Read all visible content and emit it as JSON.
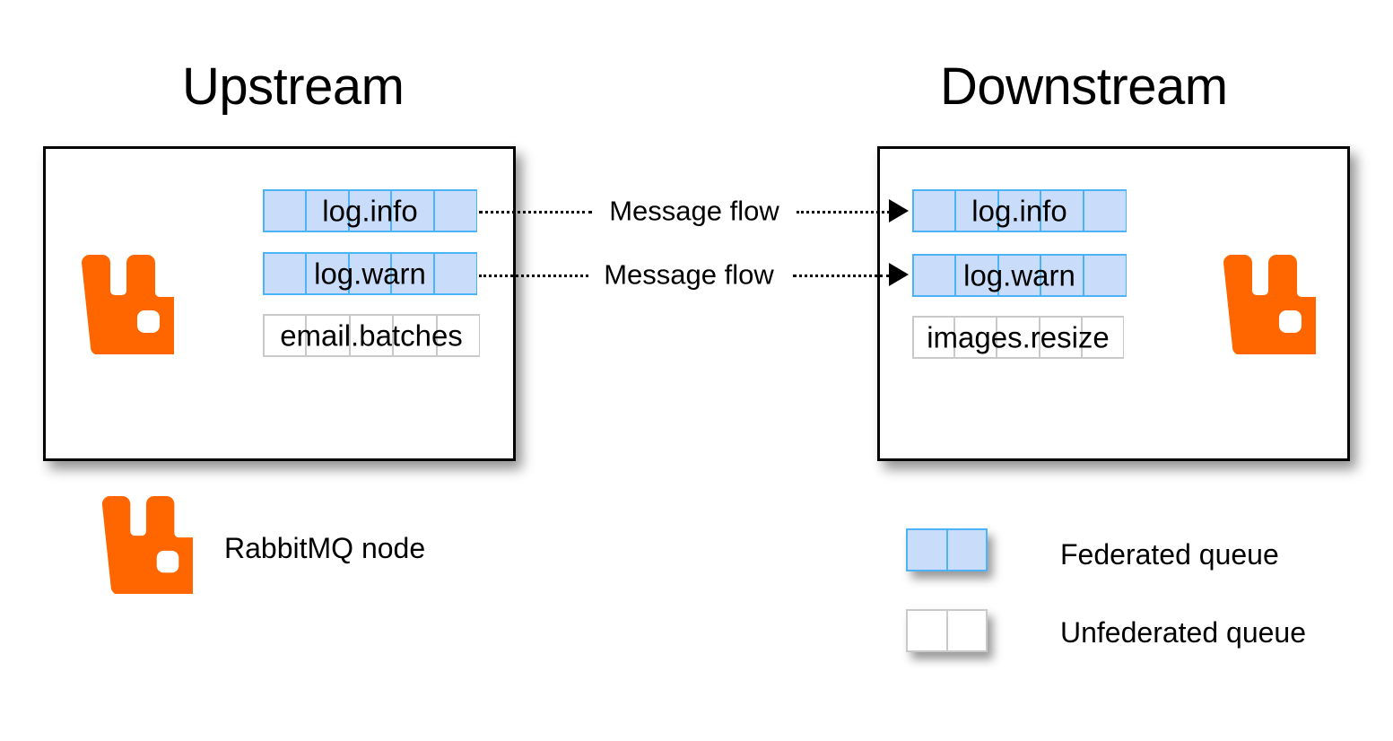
{
  "diagram": {
    "title_upstream": "Upstream",
    "title_downstream": "Downstream"
  },
  "upstream": {
    "node_icon": "rabbitmq-logo-icon",
    "queues": [
      {
        "name": "log.info",
        "type": "federated",
        "cells": 5
      },
      {
        "name": "log.warn",
        "type": "federated",
        "cells": 5
      },
      {
        "name": "email.batches",
        "type": "unfederated",
        "cells": 5
      }
    ]
  },
  "downstream": {
    "node_icon": "rabbitmq-logo-icon",
    "queues": [
      {
        "name": "log.info",
        "type": "federated",
        "cells": 5
      },
      {
        "name": "log.warn",
        "type": "federated",
        "cells": 5
      },
      {
        "name": "images.resize",
        "type": "unfederated",
        "cells": 5
      }
    ]
  },
  "flows": [
    {
      "label": "Message flow",
      "from": "log.info",
      "to": "log.info"
    },
    {
      "label": "Message flow",
      "from": "log.warn",
      "to": "log.warn"
    }
  ],
  "legend": {
    "items": [
      {
        "label": "RabbitMQ node",
        "swatch": "rabbitmq-logo-icon"
      },
      {
        "label": "Federated queue",
        "swatch": "federated-queue-swatch",
        "cells": 2
      },
      {
        "label": "Unfederated queue",
        "swatch": "unfederated-queue-swatch",
        "cells": 2
      }
    ]
  },
  "colors": {
    "rabbitmq_orange": "#FF6600",
    "federated_fill": "#C9DDFB",
    "federated_border": "#4CB3F9",
    "unfederated_fill": "#FFFFFF",
    "unfederated_border": "#C9C9C9",
    "node_border": "#000000",
    "text": "#000000",
    "background": "#FFFFFF"
  }
}
